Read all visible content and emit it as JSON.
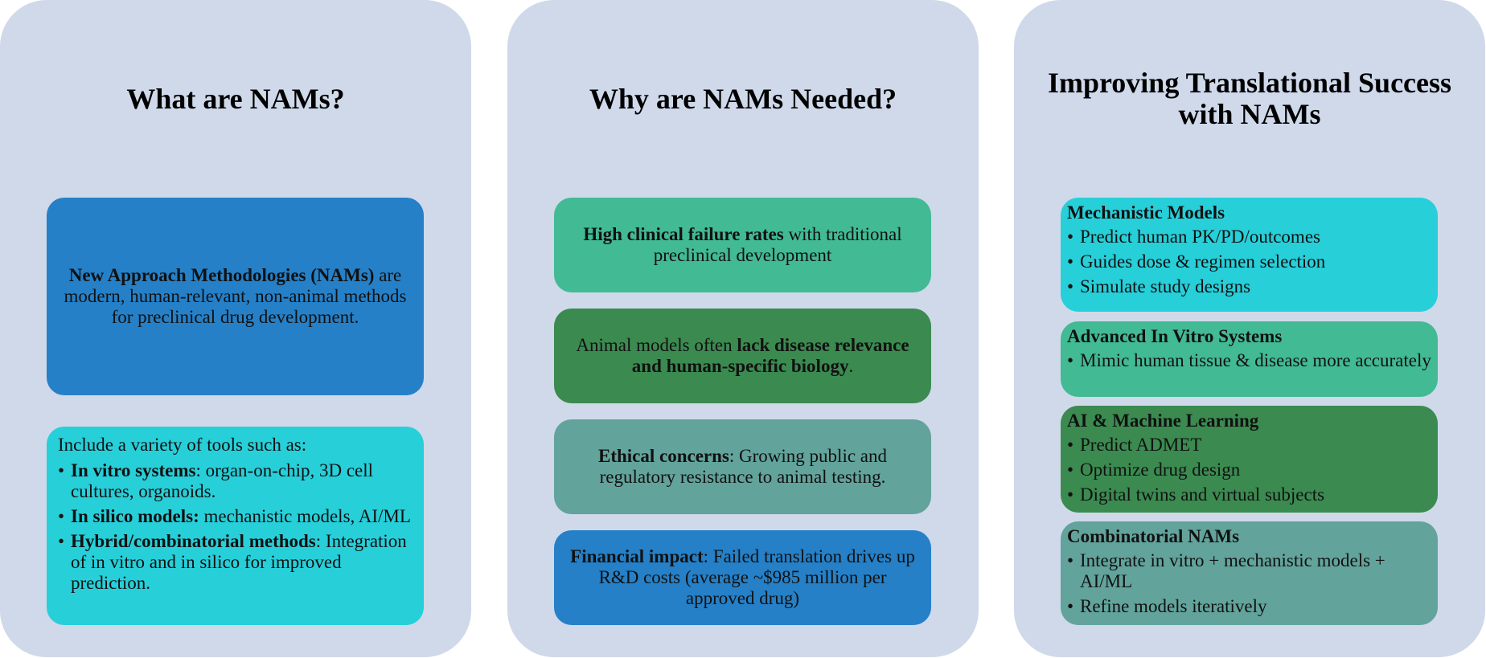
{
  "panels": [
    {
      "title": "What are NAMs?",
      "definition": {
        "term": "New Approach Methodologies (NAMs)",
        "text": " are modern, human-relevant, non-animal methods for preclinical drug development."
      },
      "tools": {
        "intro": "Include a variety of tools such as:",
        "items": [
          {
            "bold": "In vitro systems",
            "text": ": organ-on-chip, 3D cell cultures, organoids."
          },
          {
            "bold": "In silico models:",
            "text": " mechanistic models, AI/ML"
          },
          {
            "bold": "Hybrid/combinatorial methods",
            "text": ": Integration of in vitro and in silico for improved prediction."
          }
        ]
      }
    },
    {
      "title": "Why are NAMs Needed?",
      "boxes": [
        {
          "pre": "",
          "bold": "High clinical failure rates",
          "post": " with traditional preclinical development"
        },
        {
          "pre": "Animal models often ",
          "bold": "lack disease relevance and human-specific biology",
          "post": "."
        },
        {
          "pre": "",
          "bold": "Ethical concerns",
          "post": ": Growing public and regulatory resistance to animal testing."
        },
        {
          "pre": "",
          "bold": "Financial impact",
          "post": ": Failed translation drives up R&D costs (average ~$985 million per approved drug)"
        }
      ]
    },
    {
      "title": "Improving Translational Success with NAMs",
      "cards": [
        {
          "title": "Mechanistic Models",
          "items": [
            "Predict human PK/PD/outcomes",
            "Guides dose & regimen selection",
            "Simulate study designs"
          ]
        },
        {
          "title": "Advanced In Vitro Systems",
          "items": [
            "Mimic human tissue & disease more accurately"
          ]
        },
        {
          "title": "AI & Machine Learning",
          "items": [
            "Predict ADMET",
            "Optimize drug design",
            "Digital twins and virtual subjects"
          ]
        },
        {
          "title": "Combinatorial NAMs",
          "items": [
            "Integrate in vitro + mechanistic models + AI/ML",
            "Refine models iteratively"
          ]
        }
      ]
    }
  ],
  "colors": {
    "panel_bg": "#cfd9ea",
    "blue": "#2580c8",
    "cyan": "#27cfd9",
    "green": "#42ba94",
    "dark_green": "#3b8a50",
    "teal": "#62a39b"
  }
}
